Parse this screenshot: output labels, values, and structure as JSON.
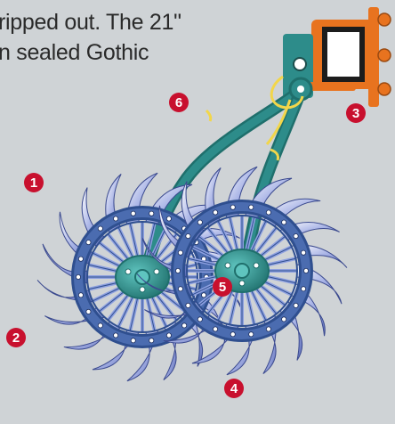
{
  "caption": {
    "lines": [
      "…",
      "ripped out. The 21\"",
      "n sealed Gothic"
    ]
  },
  "callouts": {
    "c1": "1",
    "c2": "2",
    "c3": "3",
    "c4": "4",
    "c5": "5",
    "c6": "6"
  },
  "colors": {
    "background": "#cfd3d6",
    "callout": "#c8102e",
    "frame": "#e8731f",
    "arm": "#2d8c8a",
    "wheel": "#2f4f8f",
    "tines": "#9aa7dc",
    "spring": "#f2d64a"
  }
}
